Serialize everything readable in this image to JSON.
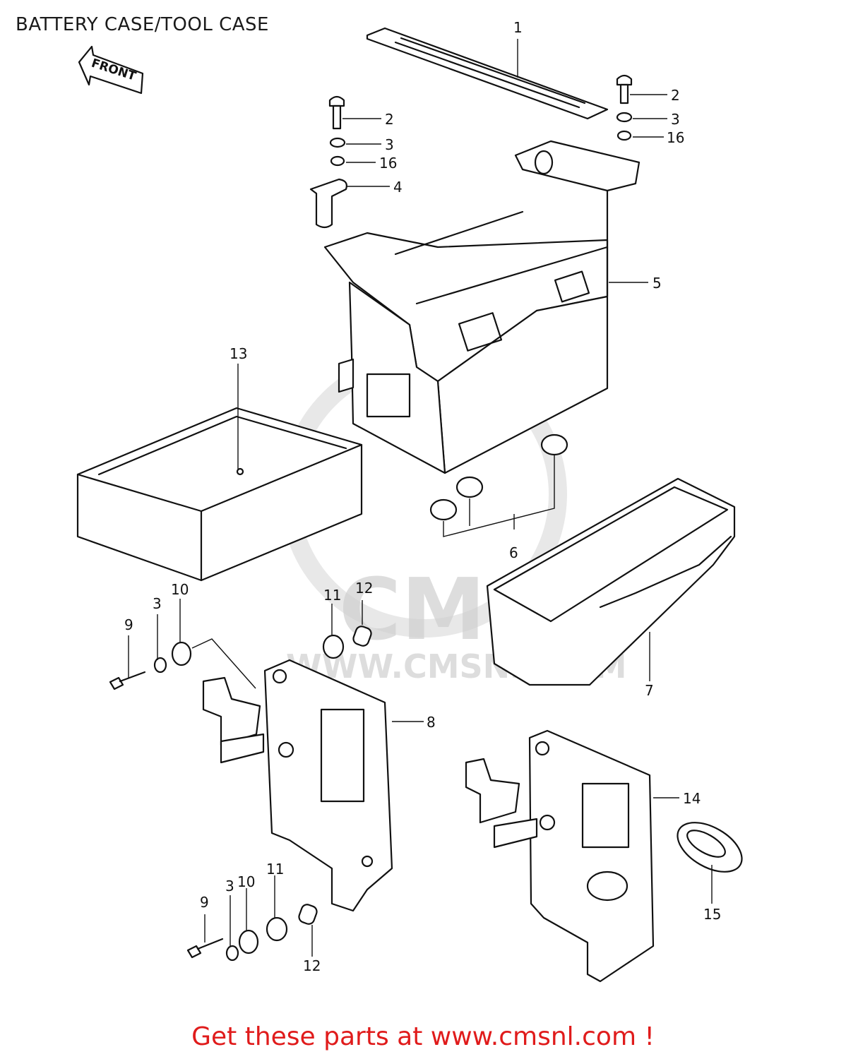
{
  "title": "BATTERY CASE/TOOL CASE",
  "front_label": "FRONT",
  "watermark": {
    "logo": "CMS",
    "url": "WWW.CMSNL.COM"
  },
  "footer": "Get these parts at www.cmsnl.com !",
  "callouts": {
    "c1": "1",
    "c2a": "2",
    "c2b": "2",
    "c3a": "3",
    "c3b": "3",
    "c3c": "3",
    "c3d": "3",
    "c4": "4",
    "c5": "5",
    "c6": "6",
    "c7": "7",
    "c8": "8",
    "c9a": "9",
    "c9b": "9",
    "c10a": "10",
    "c10b": "10",
    "c11a": "11",
    "c11b": "11",
    "c12a": "12",
    "c12b": "12",
    "c13": "13",
    "c14": "14",
    "c15": "15",
    "c16a": "16",
    "c16b": "16"
  }
}
